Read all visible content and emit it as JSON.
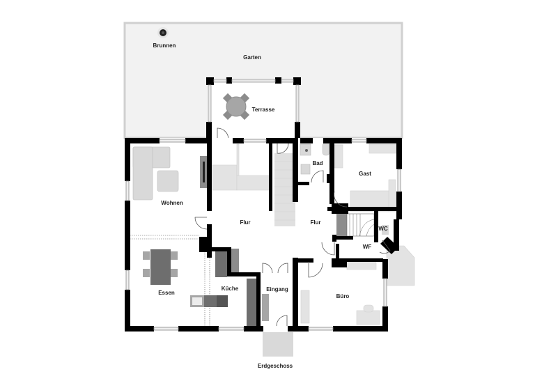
{
  "plan": {
    "title": "Erdgeschoss",
    "colors": {
      "wall": "#000000",
      "garden": "#f2f2f2",
      "garden_border": "#d0d0d0",
      "furniture_light": "#d9d9d9",
      "furniture_mid": "#a6a6a6",
      "furniture_dark": "#6e6e6e",
      "floor": "#ffffff"
    },
    "rooms": {
      "garten": "Garten",
      "brunnen": "Brunnen",
      "terrasse": "Terrasse",
      "wohnen": "Wohnen",
      "flur_main": "Flur",
      "essen": "Essen",
      "kueche": "Küche",
      "eingang": "Eingang",
      "bad": "Bad",
      "gast": "Gast",
      "flur_right": "Flur",
      "wc": "WC",
      "wf": "WF",
      "buero": "Büro"
    }
  }
}
